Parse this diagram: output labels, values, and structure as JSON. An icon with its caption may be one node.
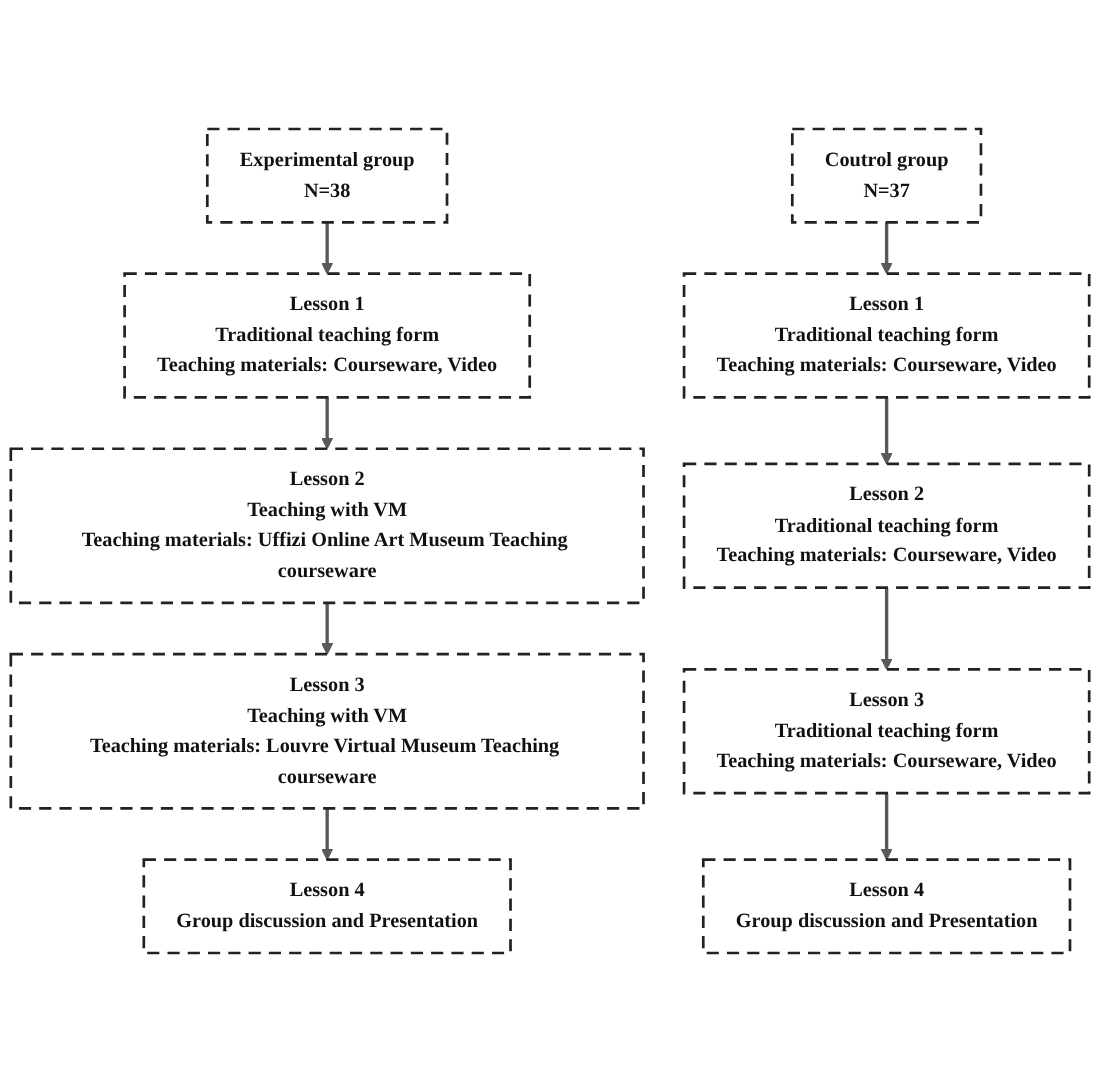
{
  "diagram": {
    "nodes": [
      {
        "text": [
          "Experimental group",
          "N=38"
        ]
      },
      {
        "text": [
          "Coutrol group",
          "N=37"
        ]
      },
      {
        "text": [
          "Lesson 1",
          "Traditional teaching form",
          "Teaching materials: Courseware, Video"
        ]
      },
      {
        "text": [
          "Lesson 1",
          "Traditional teaching form",
          "Teaching materials: Courseware, Video"
        ]
      },
      {
        "text": [
          "Lesson 2",
          "Teaching with VM",
          "Teaching materials: Uffizi Online Art Museum Teaching courseware"
        ]
      },
      {
        "text": [
          "Lesson 2",
          "Traditional teaching form",
          "Teaching materials: Courseware, Video"
        ]
      },
      {
        "text": [
          "Lesson 3",
          "Teaching with VM",
          "Teaching materials: Louvre Virtual Museum Teaching courseware"
        ]
      },
      {
        "text": [
          "Lesson 3",
          "Traditional teaching form",
          "Teaching materials: Courseware, Video"
        ]
      },
      {
        "text": [
          "Lesson 4",
          "Group discussion and Presentation"
        ]
      },
      {
        "text": [
          "Lesson 4",
          "Group discussion and Presentation"
        ]
      }
    ],
    "edges": [
      {
        "from": 0,
        "to": 2,
        "arrow": "to"
      },
      {
        "from": 1,
        "to": 3,
        "arrow": "to"
      },
      {
        "from": 2,
        "to": 4,
        "arrow": "to"
      },
      {
        "from": 3,
        "to": 5,
        "arrow": "to"
      },
      {
        "from": 4,
        "to": 6,
        "arrow": "to"
      },
      {
        "from": 5,
        "to": 7,
        "arrow": "to"
      },
      {
        "from": 6,
        "to": 8,
        "arrow": "to"
      },
      {
        "from": 7,
        "to": 9,
        "arrow": "to"
      }
    ]
  }
}
